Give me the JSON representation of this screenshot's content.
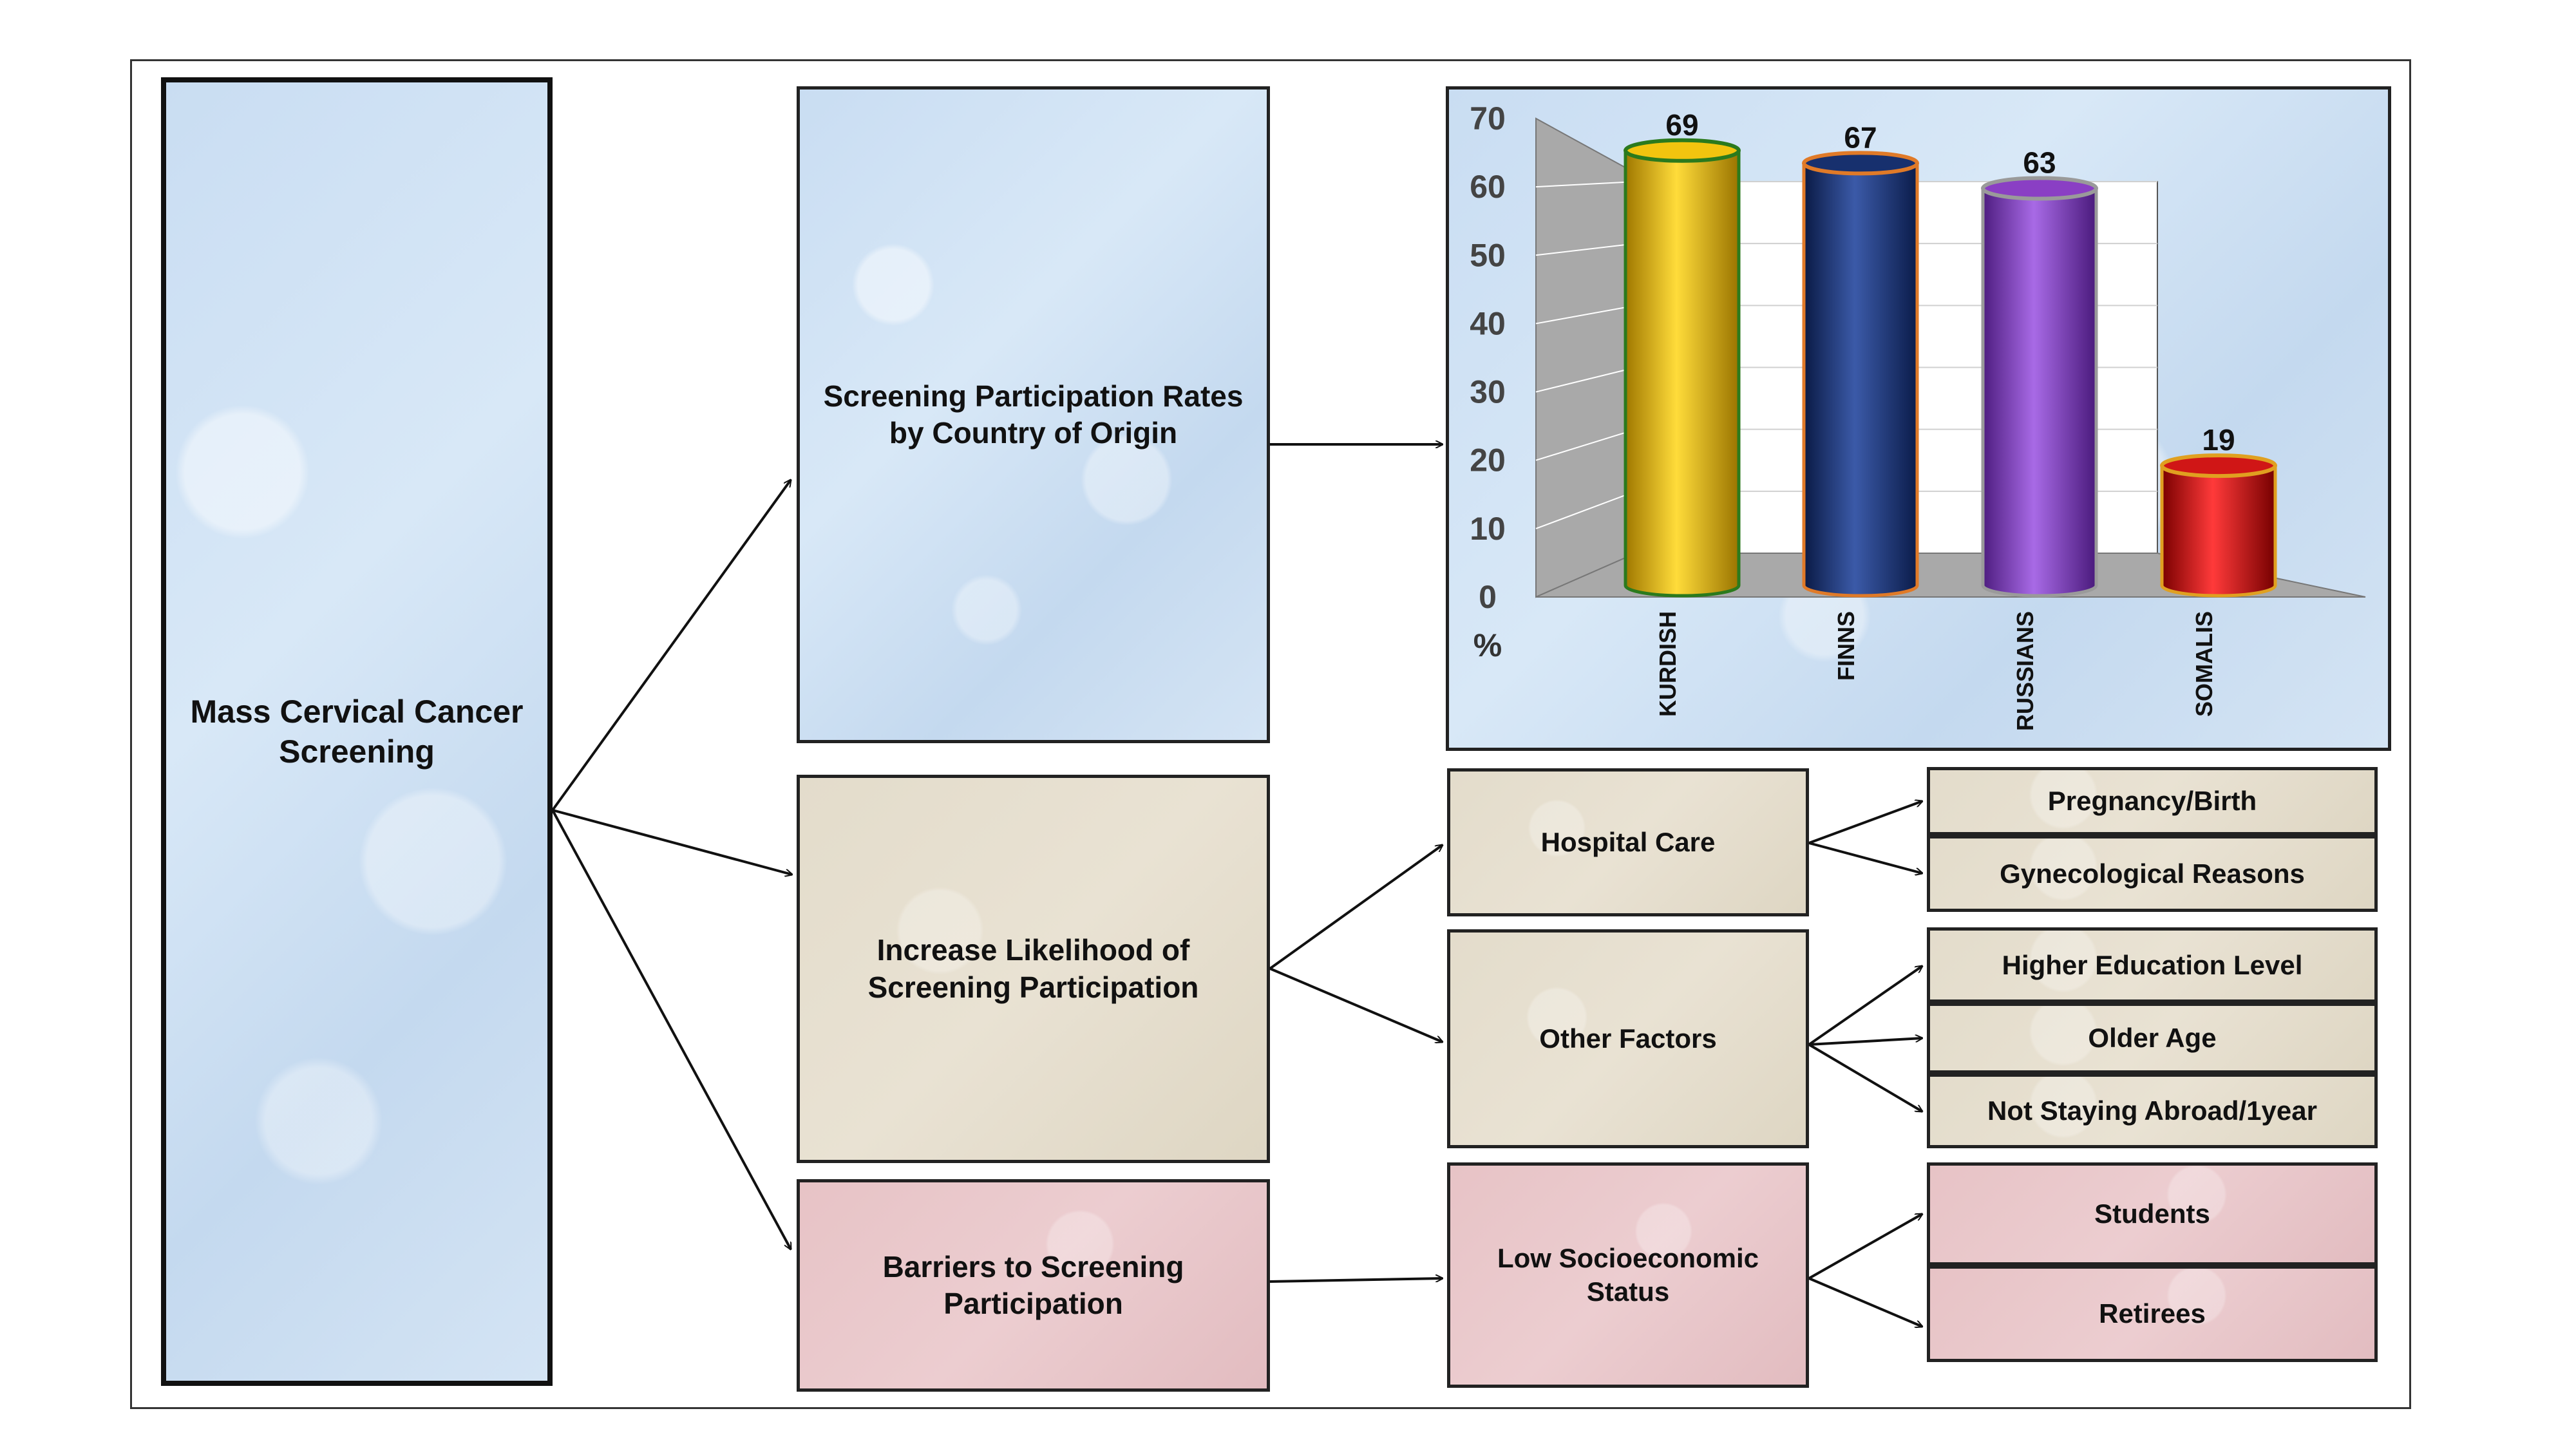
{
  "main_box": {
    "label_line1": "Mass Cervical Cancer",
    "label_line2": "Screening"
  },
  "rates_box": {
    "label_line1": "Screening Participation Rates",
    "label_line2": "by Country of Origin"
  },
  "likelihood_box": {
    "label_line1": "Increase Likelihood of",
    "label_line2": "Screening Participation"
  },
  "barriers_box": {
    "label_line1": "Barriers to Screening",
    "label_line2": "Participation"
  },
  "hospital_care": "Hospital Care",
  "other_factors": "Other Factors",
  "low_ses": {
    "line1": "Low Socioeconomic",
    "line2": "Status"
  },
  "leaves": {
    "pregnancy": "Pregnancy/Birth",
    "gynecological": "Gynecological Reasons",
    "education": "Higher Education Level",
    "older_age": "Older Age",
    "abroad": "Not Staying Abroad/1year",
    "students": "Students",
    "retirees": "Retirees"
  },
  "colors": {
    "blue_fill": "#c9ddf2",
    "beige_fill": "#e3dccb",
    "pink_fill": "#e7c3c6"
  },
  "chart_data": {
    "type": "bar",
    "categories": [
      "KURDISH",
      "FINNS",
      "RUSSIANS",
      "SOMALIS"
    ],
    "values": [
      69,
      67,
      63,
      19
    ],
    "ylabel": "%",
    "ylim": [
      0,
      70
    ],
    "yticks": [
      "0",
      "10",
      "20",
      "30",
      "40",
      "50",
      "60",
      "70"
    ],
    "bar_colors": [
      "#f2c40f",
      "#17306e",
      "#8a3fc4",
      "#d01616"
    ],
    "bar_rim_colors": [
      "#2b7a1d",
      "#e07a28",
      "#9a9a9a",
      "#e0a020"
    ]
  }
}
